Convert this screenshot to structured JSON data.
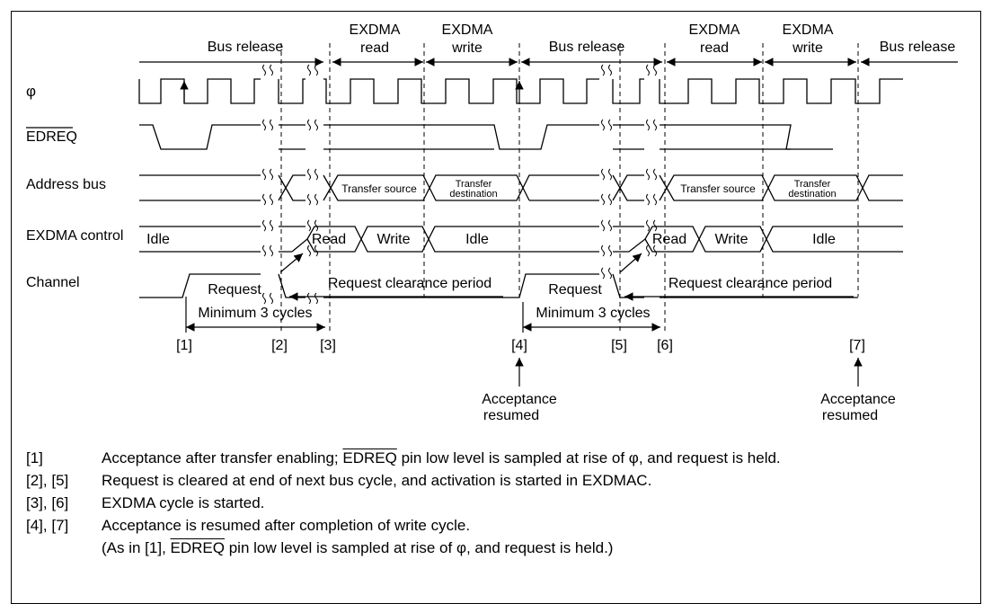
{
  "timeline": {
    "bus_release": "Bus release",
    "exdma": "EXDMA",
    "read": "read",
    "write": "write"
  },
  "signals": {
    "phi": "φ",
    "edreq": "EDREQ",
    "address_bus": "Address bus",
    "exdma_control": "EXDMA control",
    "channel": "Channel"
  },
  "address": {
    "transfer_source": "Transfer source",
    "transfer": "Transfer",
    "destination": "destination"
  },
  "control": {
    "idle": "Idle",
    "read": "Read",
    "write": "Write"
  },
  "channel": {
    "request": "Request",
    "clearance": "Request clearance period",
    "minimum": "Minimum 3 cycles"
  },
  "markers": [
    "[1]",
    "[2]",
    "[3]",
    "[4]",
    "[5]",
    "[6]",
    "[7]"
  ],
  "acceptance": {
    "line1": "Acceptance",
    "line2": "resumed"
  },
  "notes": {
    "n1_num": "[1]",
    "n1_a": "Acceptance after transfer enabling; ",
    "n1_ovl": "EDREQ",
    "n1_b": " pin low level is sampled at rise of φ, and request is held.",
    "n2_num": "[2], [5]",
    "n2": "Request is cleared at end of next bus cycle, and activation is started in EXDMAC.",
    "n3_num": "[3], [6]",
    "n3": "EXDMA cycle is started.",
    "n4_num": "[4], [7]",
    "n4": "Acceptance is resumed after completion of write cycle.",
    "n5_a": "(As in [1], ",
    "n5_ovl": "EDREQ",
    "n5_b": " pin low level is sampled at rise of φ, and request is held.)"
  }
}
